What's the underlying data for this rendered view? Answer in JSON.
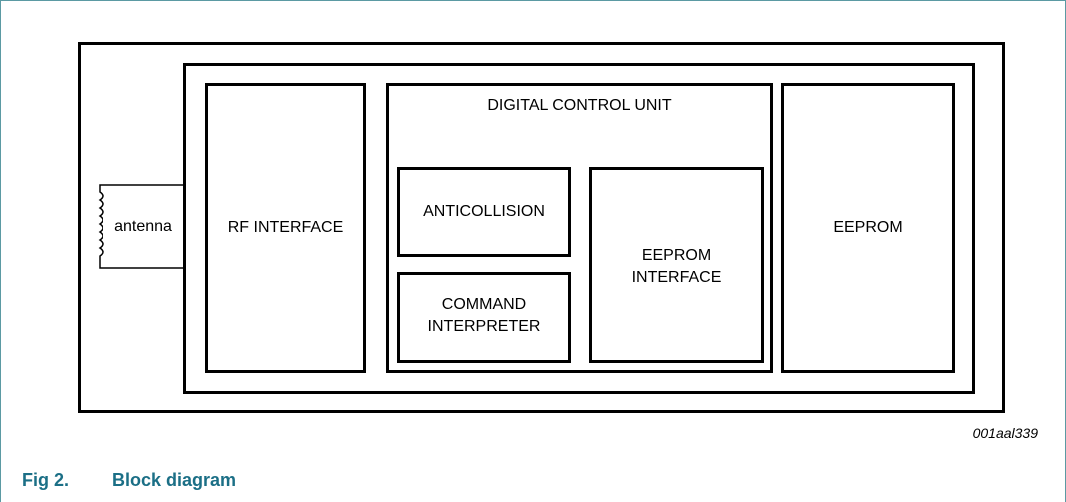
{
  "diagram": {
    "blocks": {
      "rf_interface": "RF INTERFACE",
      "digital_control_unit": "DIGITAL CONTROL UNIT",
      "anticollision": "ANTICOLLISION",
      "command_interpreter": "COMMAND\nINTERPRETER",
      "eeprom_interface": "EEPROM\nINTERFACE",
      "eeprom": "EEPROM"
    },
    "antenna_label": "antenna",
    "figure_code": "001aal339"
  },
  "caption": {
    "number": "Fig 2.",
    "title": "Block diagram"
  },
  "colors": {
    "caption": "#1b6f86",
    "frame_border": "#5b9aa3",
    "lines": "#000000"
  }
}
